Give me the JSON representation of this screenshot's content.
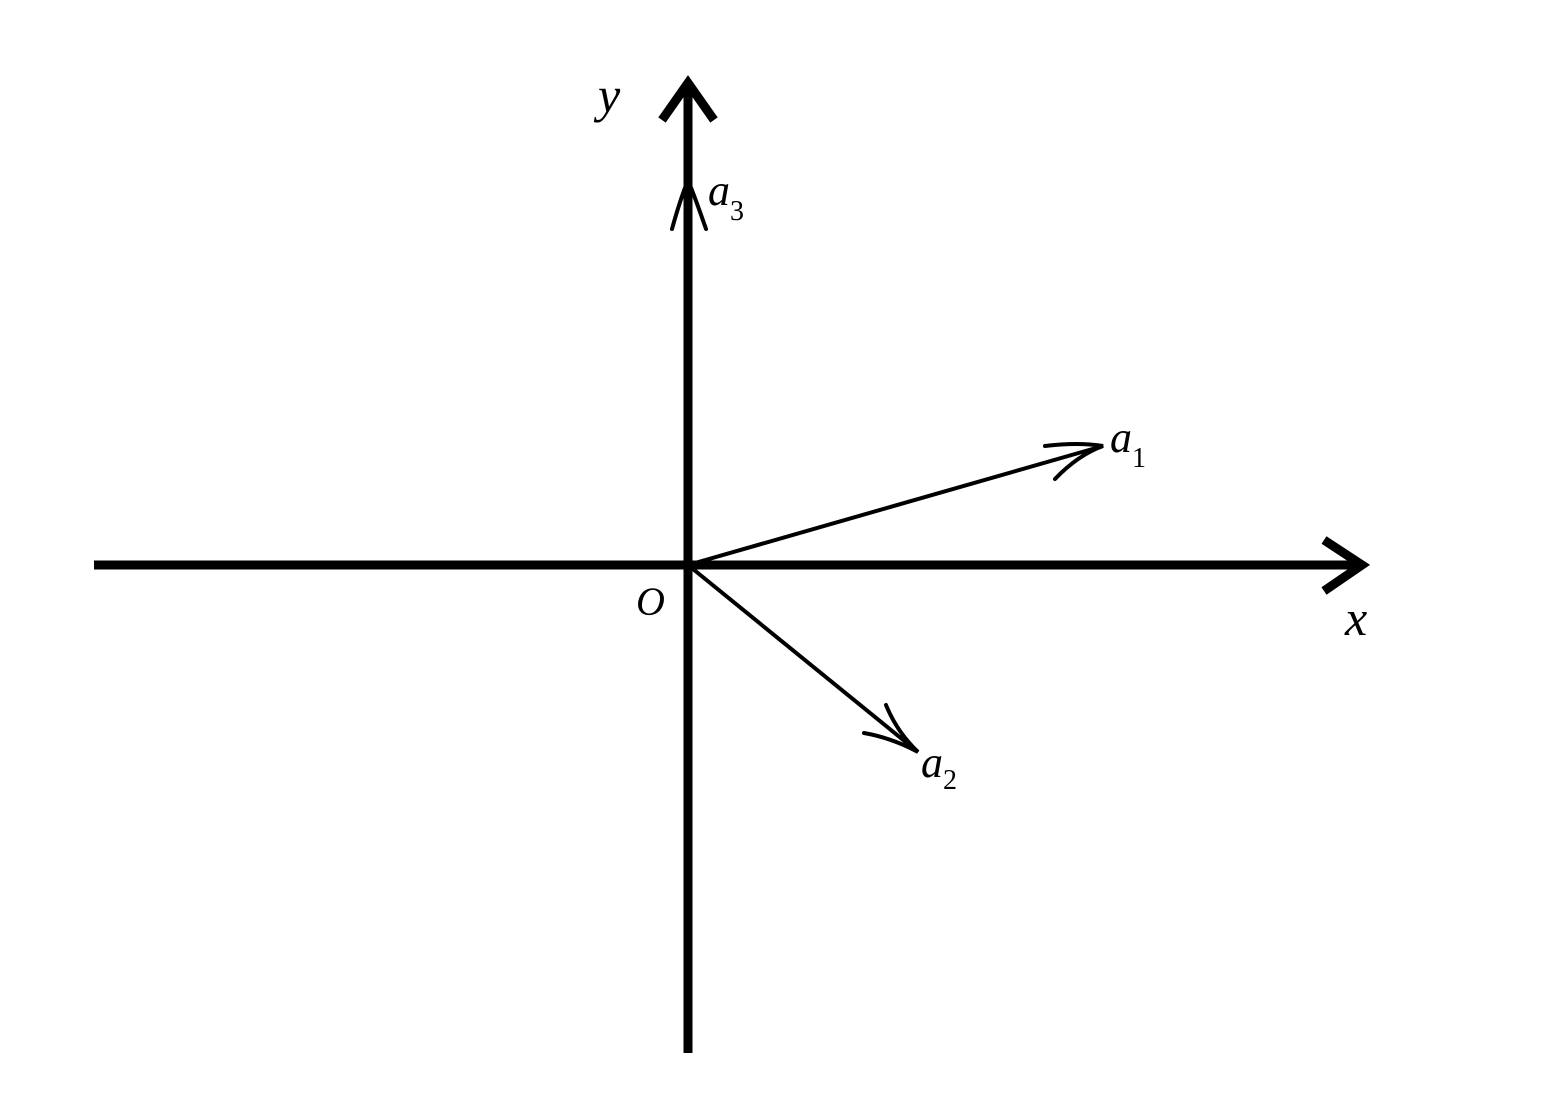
{
  "axes": {
    "x_label": "x",
    "y_label": "y",
    "origin_label": "O"
  },
  "vectors": [
    {
      "name": "a1",
      "base": "a",
      "subscript": "1"
    },
    {
      "name": "a2",
      "base": "a",
      "subscript": "2"
    },
    {
      "name": "a3",
      "base": "a",
      "subscript": "3"
    }
  ],
  "colors": {
    "stroke": "#000000",
    "background": "#ffffff"
  }
}
